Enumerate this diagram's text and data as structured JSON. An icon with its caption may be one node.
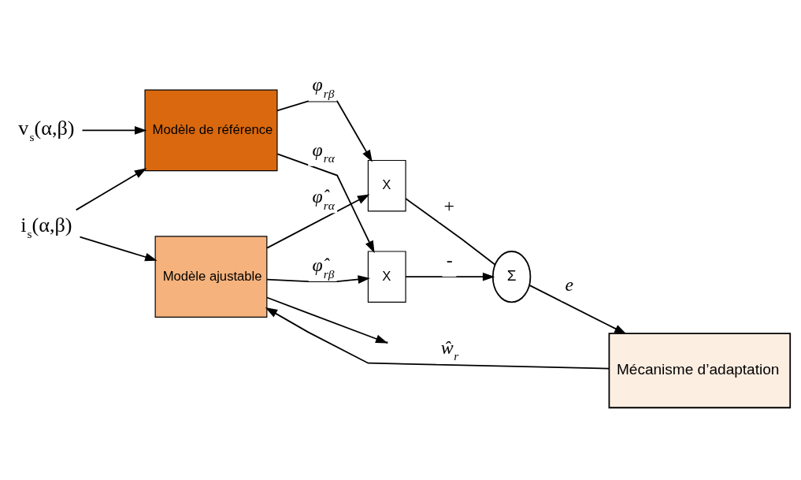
{
  "diagram": {
    "nodes": [
      {
        "text": [
          "v$_{s}$(α,β)"
        ]
      },
      {
        "text": [
          "i$_{s}$(α,β)"
        ]
      },
      {
        "text": [
          "Modèle de référence"
        ]
      },
      {
        "text": [
          "X"
        ]
      },
      {
        "text": [
          "X"
        ]
      },
      {
        "text": [
          "Σ"
        ]
      },
      {
        "text": [
          "Mécanisme d’adaptation"
        ]
      },
      {
        "text": [
          "Modèle ajustable"
        ]
      }
    ],
    "edges": [
      {
        "from": 0,
        "to": 2,
        "arrow": "to"
      },
      {
        "from": 1,
        "to": 2,
        "arrow": "to"
      },
      {
        "from": 1,
        "to": 7,
        "arrow": "to"
      },
      {
        "from": 2,
        "to": 3,
        "arrow": "to",
        "label": "φ$_{rα}$"
      },
      {
        "from": 2,
        "to": 4,
        "arrow": "to",
        "label": "φ$_{rβ}$"
      },
      {
        "from": 7,
        "to": 4,
        "arrow": "to",
        "label": "φ̂$_{rα}$"
      },
      {
        "from": 7,
        "to": 3,
        "arrow": "to",
        "label": "φ̂$_{rβ}$"
      },
      {
        "from": 4,
        "to": 5,
        "arrow": "none",
        "label": "+"
      },
      {
        "from": 3,
        "to": 5,
        "arrow": "to",
        "label": "-"
      },
      {
        "from": 5,
        "to": 6,
        "arrow": "to",
        "label": "e"
      },
      {
        "from": 6,
        "to": 7,
        "arrow": "to",
        "label": "ŵ$_{r}$"
      },
      {
        "from": 7,
        "to": null,
        "arrow": "to"
      }
    ]
  }
}
